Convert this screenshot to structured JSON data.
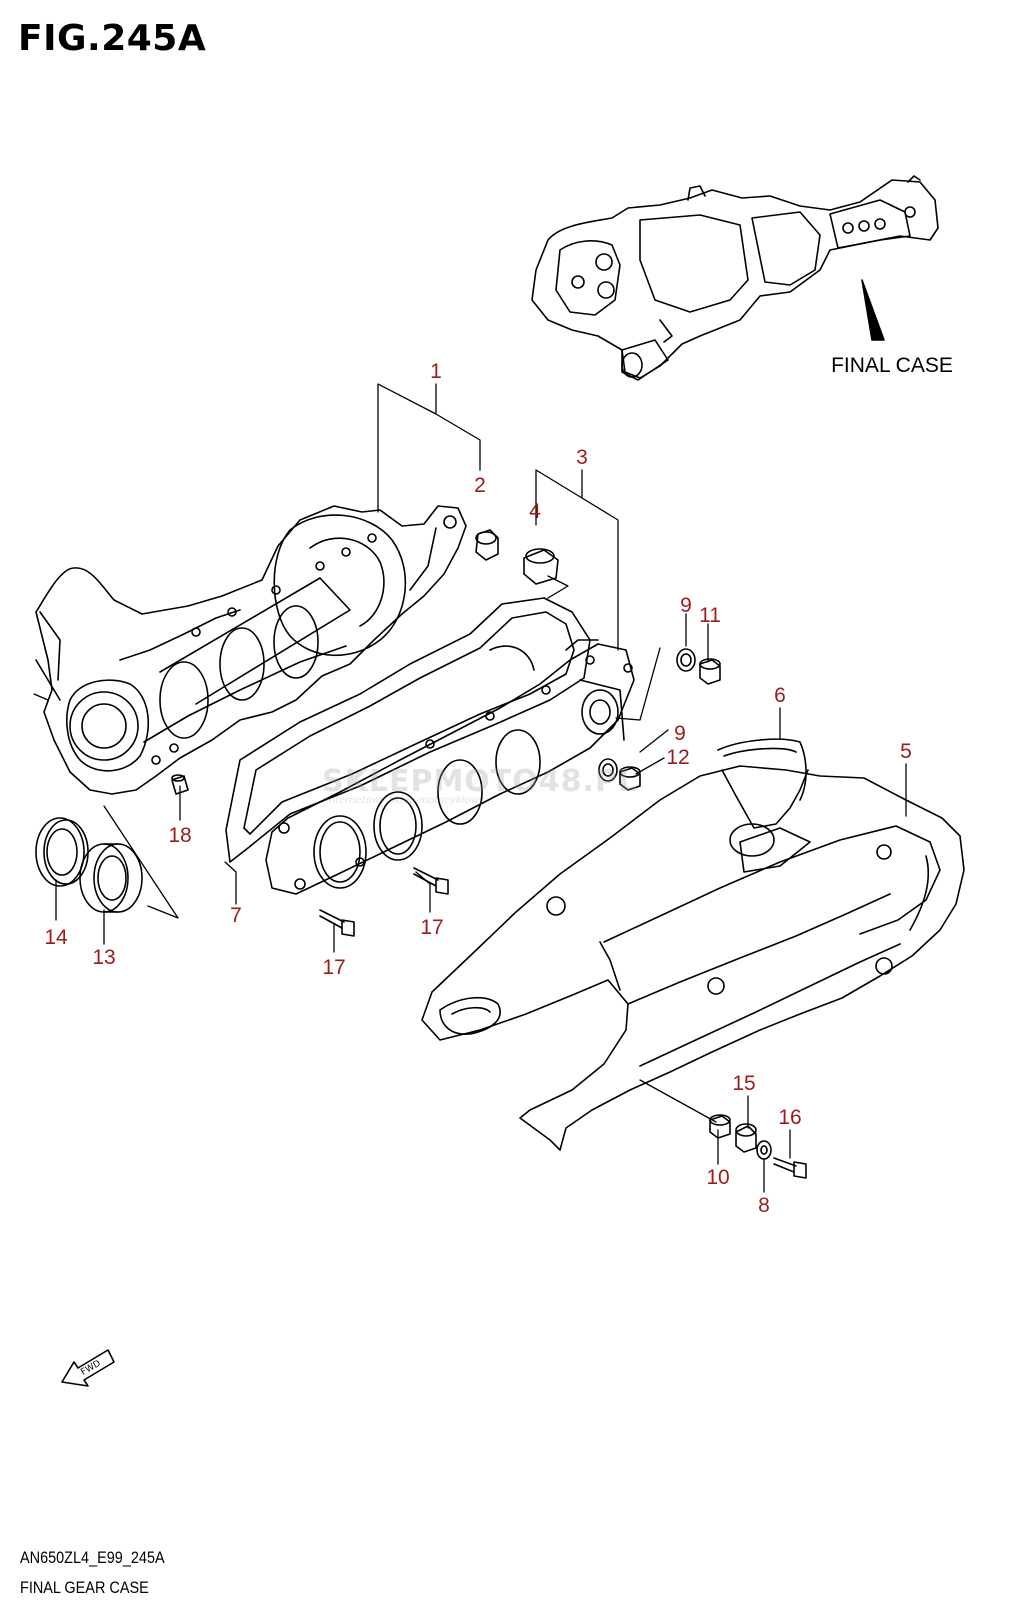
{
  "figure": {
    "title": "FIG.245A",
    "code": "AN650ZL4_E99_245A",
    "name": "FINAL GEAR CASE"
  },
  "reference_label": "FINAL CASE",
  "fwd_label": "FWD",
  "watermark": {
    "main": "SKLEPMOTO48.PL",
    "sub": "internetowy sklep motocyklowy"
  },
  "callouts": {
    "c1": "1",
    "c2": "2",
    "c3": "3",
    "c4": "4",
    "c5": "5",
    "c6": "6",
    "c7": "7",
    "c8": "8",
    "c9a": "9",
    "c9b": "9",
    "c10": "10",
    "c11": "11",
    "c12": "12",
    "c13": "13",
    "c14": "14",
    "c15": "15",
    "c16": "16",
    "c17a": "17",
    "c17b": "17",
    "c18": "18"
  },
  "colors": {
    "callout": "#9b1c1c",
    "line": "#000000"
  }
}
